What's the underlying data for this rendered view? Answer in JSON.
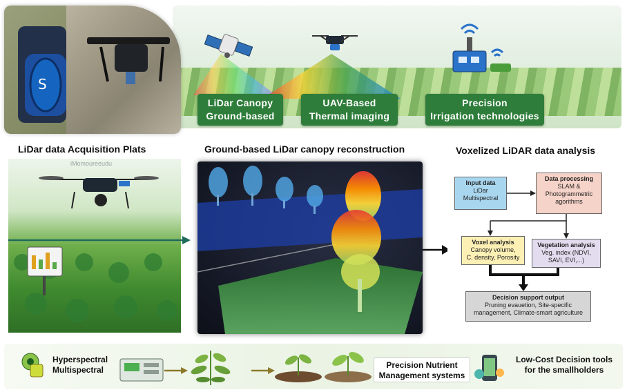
{
  "top": {
    "box_lidar": [
      "LiDar Canopy",
      "Ground-based"
    ],
    "box_uav": [
      "UAV-Based",
      "Thermal imaging"
    ],
    "box_irrigation": [
      "Precision",
      "Irrigation technologies"
    ]
  },
  "sections": {
    "acquisition_title": "LiDar data Acquisition Plats",
    "reconstruction_title": "Ground-based LiDar canopy reconstruction",
    "voxel_title": "Voxelized LiDAR data analysis"
  },
  "acquisition": {
    "watermark": "iMomoureeudu"
  },
  "flowchart": {
    "input": {
      "title": "Input data",
      "lines": [
        "LiDar",
        "Multispectral"
      ],
      "color": "#a9d6ef"
    },
    "processing": {
      "title": "Data processing",
      "lines": [
        "SLAM &",
        "Photogrammetric",
        "agorithms"
      ],
      "color": "#f6d3c8"
    },
    "voxel": {
      "title": "Voxel analysis",
      "lines": [
        "Canopy volume,",
        "C. density, Porosity"
      ],
      "color": "#fdf0b5"
    },
    "vegetation": {
      "title": "Vegetation analysis",
      "lines": [
        "Veg. index (NDVI,",
        "SAVI, EVI,...)"
      ],
      "color": "#e3dcef"
    },
    "decision": {
      "title": "Decision support output",
      "lines": [
        "Pruning evauetion, Site-specific",
        "management, Climate-smart agriculture"
      ],
      "color": "#d6d6d6"
    }
  },
  "bottom": {
    "hyperspectral": [
      "Hyperspectral",
      "Multispectral"
    ],
    "pnm": [
      "Precision Nutrient",
      "Management systems"
    ],
    "lowcost": [
      "Low-Cost Decision tools",
      "for the smallholders"
    ]
  },
  "colors": {
    "banner_green": "#2e7d3a",
    "arrow_green": "#1f6b5a",
    "arrow_olive": "#8c7a2b"
  }
}
